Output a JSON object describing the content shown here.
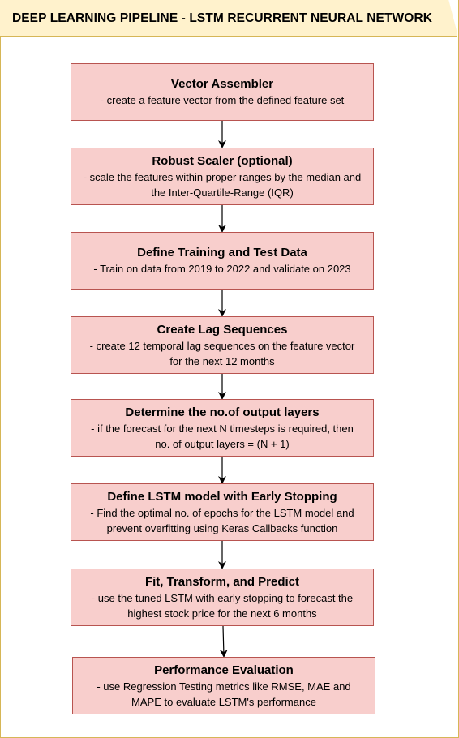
{
  "header": {
    "title": "DEEP LEARNING PIPELINE - LSTM RECURRENT NEURAL NETWORK"
  },
  "colors": {
    "header_fill": "#fff2cc",
    "header_border": "#d6b656",
    "step_fill": "#f8cecc",
    "step_border": "#b85450"
  },
  "steps": [
    {
      "title": "Vector Assembler",
      "lines": [
        "- create a feature vector from the defined feature set"
      ]
    },
    {
      "title": "Robust Scaler (optional)",
      "lines": [
        "- scale the features within proper ranges by the median and",
        "the Inter-Quartile-Range (IQR)"
      ]
    },
    {
      "title": "Define Training and Test Data",
      "lines": [
        "- Train on data from 2019 to 2022 and validate on 2023"
      ]
    },
    {
      "title": "Create Lag Sequences",
      "lines": [
        "- create 12 temporal lag sequences on the feature vector",
        "for the next 12 months"
      ]
    },
    {
      "title": "Determine the no.of output layers",
      "lines": [
        "- if the forecast for the next N timesteps is required, then",
        "no. of output layers = (N + 1)"
      ]
    },
    {
      "title": "Define LSTM model with Early Stopping",
      "lines": [
        "- Find the optimal no. of epochs for the LSTM model and",
        "prevent overfitting using  Keras Callbacks function"
      ]
    },
    {
      "title": "Fit, Transform, and Predict",
      "lines": [
        "- use the tuned LSTM with early stopping to forecast the",
        "highest stock price for the next 6 months"
      ]
    },
    {
      "title": "Performance Evaluation",
      "lines": [
        "- use Regression Testing metrics like RMSE, MAE and",
        "MAPE to evaluate LSTM's performance"
      ]
    }
  ]
}
